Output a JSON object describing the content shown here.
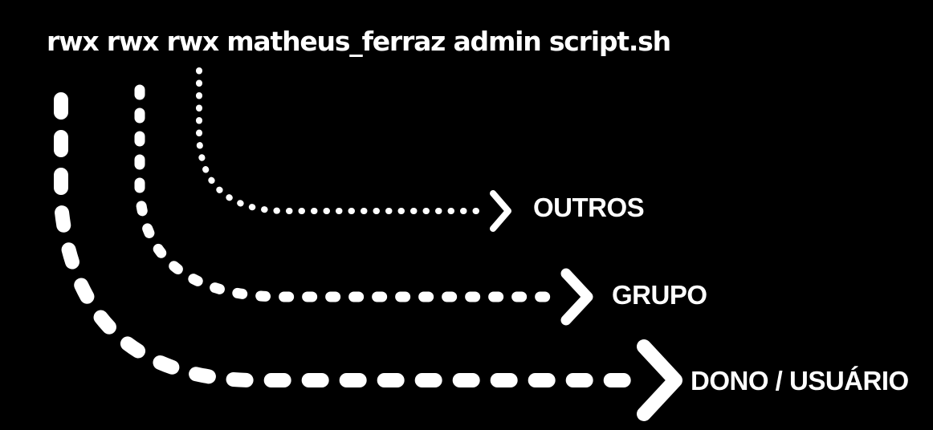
{
  "command": {
    "permissions": [
      "rwx",
      "rwx",
      "rwx"
    ],
    "owner": "matheus_ferraz",
    "group": "admin",
    "file": "script.sh"
  },
  "labels": {
    "others": "OUTROS",
    "group": "GRUPO",
    "owner": "DONO / USUÁRIO"
  },
  "colors": {
    "background": "#000000",
    "foreground": "#ffffff"
  }
}
